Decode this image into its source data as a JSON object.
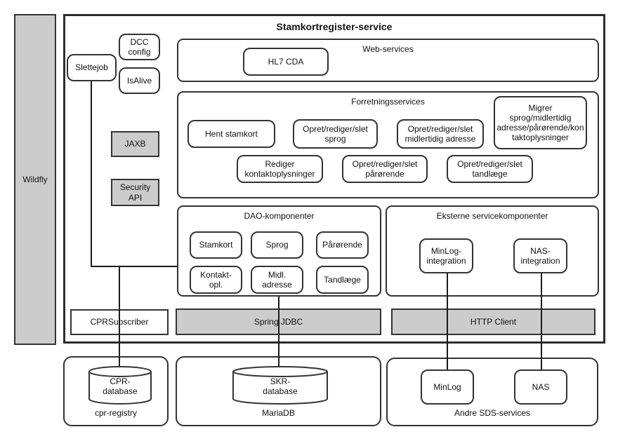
{
  "diagram": {
    "wildfly_label": "Wildfly",
    "title": "Stamkortregister-service",
    "top_components": {
      "slettejob": "Slettejob",
      "dcc_config": "DCC\nconfig",
      "isalive": "IsAlive",
      "jaxb": "JAXB",
      "security_api": "Security\nAPI"
    },
    "web_services": {
      "label": "Web-services",
      "hl7_cda": "HL7 CDA"
    },
    "forretningsservices": {
      "label": "Forretningsservices",
      "items": [
        "Hent stamkort",
        "Opret/rediger/slet\nsprog",
        "Opret/rediger/slet\nmidlertidig adresse",
        "Migrer\nsprog/midlertidig\nadresse/pårørende/kon\ntaktoplysninger",
        "Rediger\nkontaktoplysninger",
        "Opret/rediger/slet\npårørende",
        "Opret/rediger/slet\ntandlæge"
      ]
    },
    "dao": {
      "label": "DAO-komponenter",
      "items": [
        "Stamkort",
        "Sprog",
        "Pårørende",
        "Kontakt-\nopl.",
        "Midl.\nadresse",
        "Tandlæge"
      ]
    },
    "eksterne": {
      "label": "Eksterne servicekomponenter",
      "minlog_integration": "MinLog-\nintegration",
      "nas_integration": "NAS-\nintegration"
    },
    "bars": {
      "cpr_subscriber": "CPRSubscriber",
      "spring_jdbc": "Spring JDBC",
      "http_client": "HTTP Client"
    },
    "bottom": {
      "cpr_registry": {
        "label": "cpr-registry",
        "database": "CPR-\ndatabase"
      },
      "mariadb": {
        "label": "MariaDB",
        "database": "SKR-\ndatabase"
      },
      "sds": {
        "label": "Andre SDS-services",
        "minlog": "MinLog",
        "nas": "NAS"
      }
    },
    "colors": {
      "fill_gray": "#cccccc",
      "fill_white": "#ffffff",
      "border": "#333333",
      "line": "#1a1a1a"
    }
  }
}
